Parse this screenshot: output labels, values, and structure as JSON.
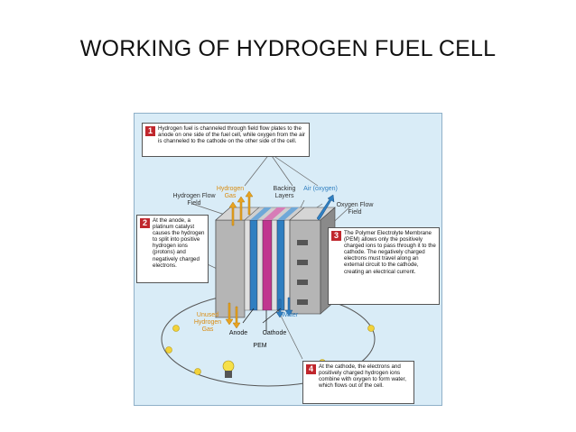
{
  "slide": {
    "title": "WORKING OF HYDROGEN FUEL CELL"
  },
  "diagram": {
    "callouts": [
      {
        "number": "1",
        "text": "Hydrogen fuel is channeled through field flow plates to the anode on one side of the fuel cell, while oxygen from the air is channeled to the cathode on the other side of the cell."
      },
      {
        "number": "2",
        "text": "At the anode, a platinum catalyst causes the hydrogen to split into positive hydrogen ions (protons) and negatively charged electrons."
      },
      {
        "number": "3",
        "text": "The Polymer Electrolyte Membrane (PEM) allows only the positively charged ions to pass through it to the cathode. The negatively charged electrons must travel along an external circuit to the cathode, creating an electrical current."
      },
      {
        "number": "4",
        "text": "At the cathode, the electrons and positively charged hydrogen ions combine with oxygen to form water, which flows out of the cell."
      }
    ],
    "labels": {
      "hydrogen_gas": "Hydrogen Gas",
      "backing_layers": "Backing Layers",
      "air_oxygen": "Air (oxygen)",
      "hydrogen_flow_field": "Hydrogen Flow Field",
      "oxygen_flow_field": "Oxygen Flow Field",
      "unused_hydrogen_gas": "Unused Hydrogen Gas",
      "water": "Water",
      "anode": "Anode",
      "cathode": "Cathode",
      "pem": "PEM"
    },
    "colors": {
      "background": "#d9ecf7",
      "callout_number": "#c0272d",
      "hydrogen": "#e8a321",
      "oxygen_water": "#2f7fc1",
      "pem_magenta": "#c0368f",
      "electron": "#f2d23a"
    }
  }
}
